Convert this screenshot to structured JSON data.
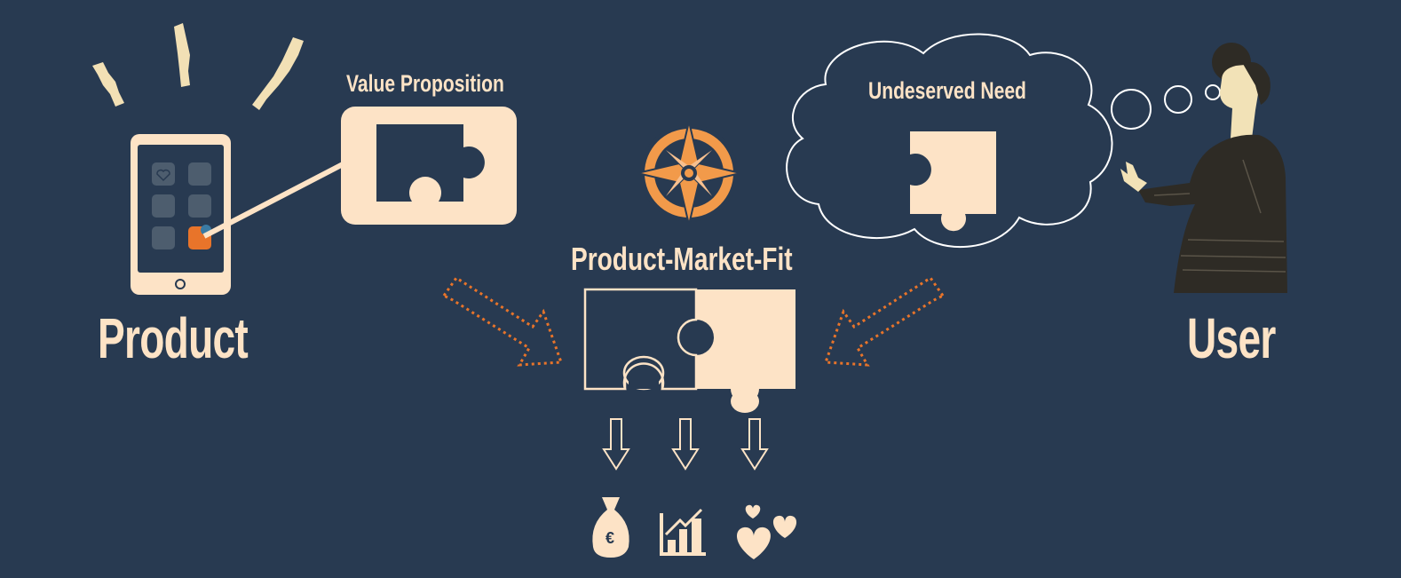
{
  "labels": {
    "product": "Product",
    "user": "User",
    "value_proposition": "Value Proposition",
    "undeserved_need": "Undeserved Need",
    "product_market_fit": "Product-Market-Fit"
  },
  "outcome_icons": [
    "money-bag-icon",
    "growth-chart-icon",
    "hearts-icon"
  ],
  "currency_symbol": "€",
  "notification_badge": "!",
  "colors": {
    "background": "#283a51",
    "cream": "#fde3c6",
    "orange": "#e8742a",
    "compass_orange": "#f29a4a",
    "dark_clothing": "#2e2b25",
    "skin": "#f2e2b7"
  }
}
